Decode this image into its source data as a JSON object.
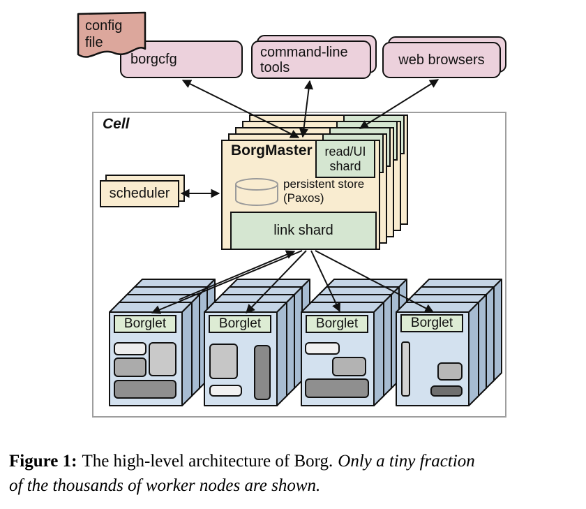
{
  "diagram": {
    "config_file": "config\nfile",
    "borgcfg": "borgcfg",
    "command_line_tools": "command-line\ntools",
    "web_browsers": "web browsers",
    "cell": "Cell",
    "borgmaster": "BorgMaster",
    "read_ui_shard": "read/UI\nshard",
    "persistent_store": "persistent store\n(Paxos)",
    "link_shard": "link shard",
    "scheduler": "scheduler",
    "workers": [
      {
        "label": "Borglet"
      },
      {
        "label": "Borglet"
      },
      {
        "label": "Borglet"
      },
      {
        "label": "Borglet"
      }
    ]
  },
  "caption": {
    "bold": "Figure 1:",
    "normal": "The high-level architecture of Borg.",
    "italic_line1": "Only a tiny fraction",
    "italic_line2": "of the thousands of worker nodes are shown."
  },
  "colors": {
    "config_doc": "#dca79c",
    "client_pink": "#ecd1dc",
    "master_cream": "#f9ecd0",
    "shard_green": "#d5e6d1",
    "borglet_green": "#ddecd4",
    "machine_front": "#d3e1ef",
    "machine_top": "#c5d5e6",
    "machine_side": "#a7bcd2",
    "cell_border": "#9e9e9e",
    "outline": "#111111"
  }
}
